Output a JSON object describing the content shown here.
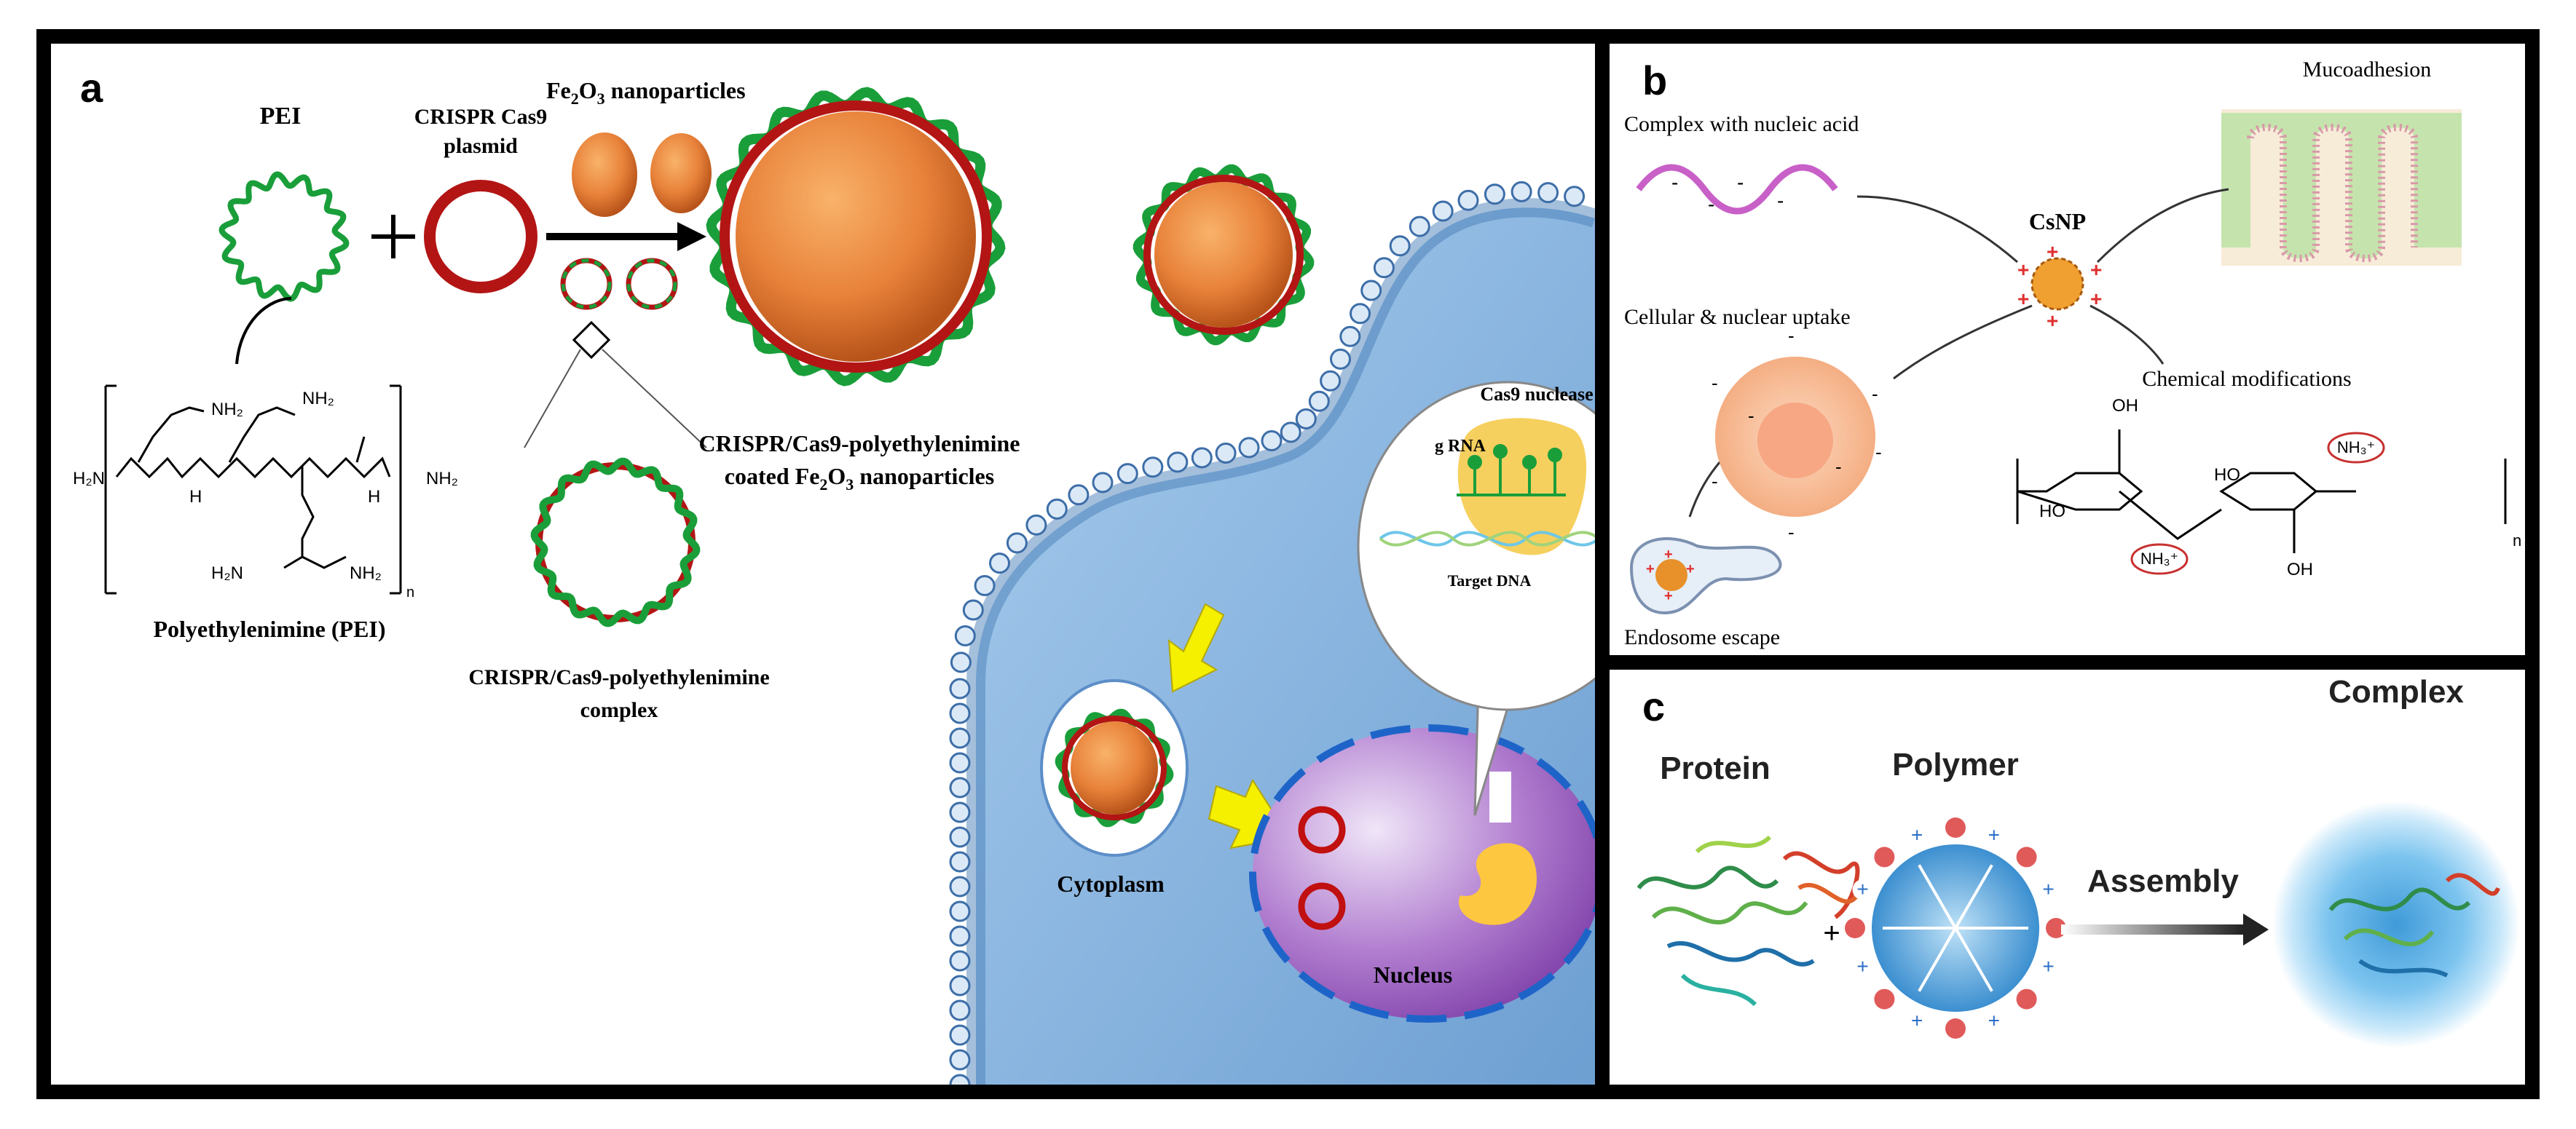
{
  "panel_a": {
    "letter": "a",
    "pei": "PEI",
    "plasmid_line1": "CRISPR Cas9",
    "plasmid_line2": "plasmid",
    "fe_np": "Fe",
    "fe_np_sub": "2",
    "fe_np_mid": "O",
    "fe_np_sub2": "3",
    "fe_np_tail": " nanoparticles",
    "coated_line1": "CRISPR/Cas9-polyethylenimine",
    "coated_line2": "coated Fe",
    "coated_sub": "2",
    "coated_mid": "O",
    "coated_sub2": "3",
    "coated_tail": " nanoparticles",
    "complex_line1": "CRISPR/Cas9-polyethylenimine",
    "complex_line2": "complex",
    "polymer_name": "Polyethylenimine (PEI)",
    "chem_labels": {
      "nh2_top1": "NH₂",
      "nh2_top2": "NH₂",
      "h2n_left": "H₂N",
      "nh2_right": "NH₂",
      "nh2_bottom": "NH₂",
      "h2n_bottom": "H₂N",
      "n_sub": "n",
      "h_label": "H"
    },
    "cytoplasm": "Cytoplasm",
    "nucleus": "Nucleus",
    "cas9_nuclease": "Cas9 nuclease",
    "g_rna": "g RNA",
    "target_dna": "Target DNA"
  },
  "panel_b": {
    "letter": "b",
    "complex_nucleic": "Complex with nucleic acid",
    "mucoadhesion": "Mucoadhesion",
    "csnp": "CsNP",
    "cellular_uptake": "Cellular & nuclear uptake",
    "chemical_mod": "Chemical modifications",
    "endosome": "Endosome escape",
    "chem_labels": {
      "oh1": "OH",
      "ho1": "HO",
      "nh3_1": "NH₃⁺",
      "ho2": "HO",
      "nh3_2": "NH₃⁺",
      "oh2": "OH",
      "n": "n"
    }
  },
  "panel_c": {
    "letter": "c",
    "protein": "Protein",
    "polymer": "Polymer",
    "plus": "+",
    "assembly": "Assembly",
    "complex": "Complex"
  },
  "colors": {
    "frame": "#000000",
    "pei_green": "#1a9e3a",
    "plasmid_red": "#b31515",
    "np_orange": "#e8823a",
    "cell_blue": "#8db8e0",
    "nucleus_purple": "#9b59b6",
    "arrow_yellow": "#f5f000",
    "csnp_pink": "#c860c8"
  }
}
